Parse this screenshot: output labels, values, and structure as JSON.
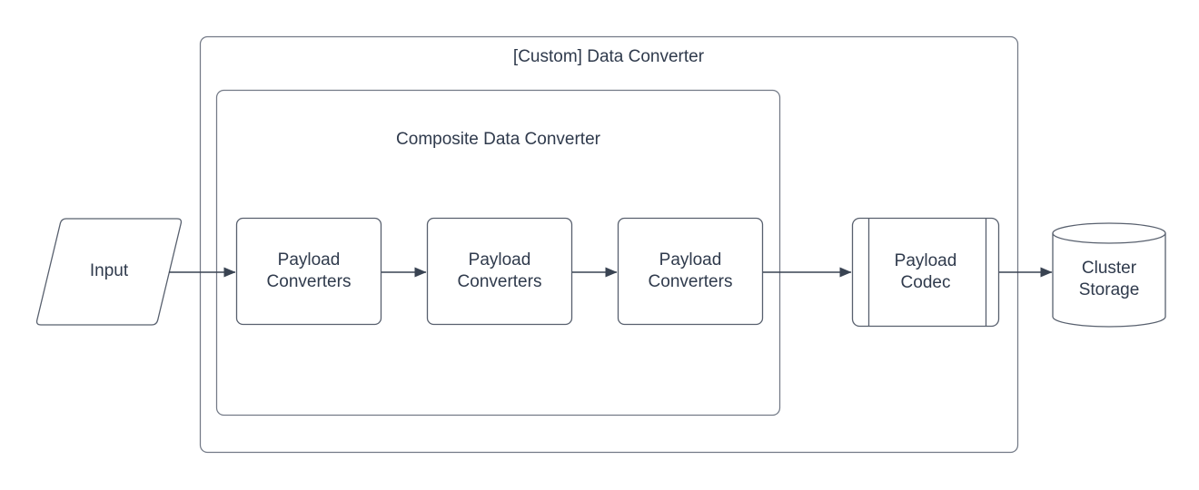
{
  "diagram": {
    "outer_group": {
      "title": "[Custom] Data Converter"
    },
    "inner_group": {
      "title": "Composite Data Converter"
    },
    "nodes": {
      "input": {
        "label": "Input",
        "shape": "parallelogram"
      },
      "converter1": {
        "label": "Payload\nConverters",
        "shape": "rounded-rectangle"
      },
      "converter2": {
        "label": "Payload\nConverters",
        "shape": "rounded-rectangle"
      },
      "converter3": {
        "label": "Payload\nConverters",
        "shape": "rounded-rectangle"
      },
      "codec": {
        "label": "Payload\nCodec",
        "shape": "predefined-process"
      },
      "storage": {
        "label": "Cluster\nStorage",
        "shape": "cylinder"
      }
    },
    "edges": [
      {
        "from": "input",
        "to": "converter1"
      },
      {
        "from": "converter1",
        "to": "converter2"
      },
      {
        "from": "converter2",
        "to": "converter3"
      },
      {
        "from": "converter3",
        "to": "codec"
      },
      {
        "from": "codec",
        "to": "storage"
      }
    ],
    "colors": {
      "background": "#ffffff",
      "shape_fill": "#ffffff",
      "shape_stroke": "#58606e",
      "arrow": "#394352",
      "text": "#2f3a4c"
    }
  }
}
